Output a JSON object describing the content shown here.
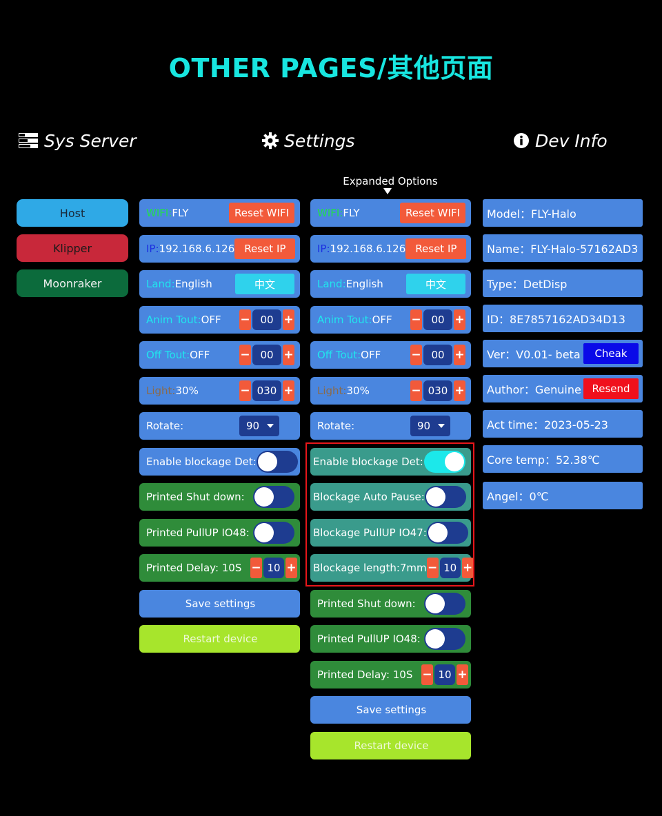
{
  "title": "OTHER PAGES/其他页面",
  "sections": {
    "sys_server": "Sys Server",
    "settings": "Settings",
    "dev_info": "Dev Info"
  },
  "expanded_label": "Expanded Options",
  "colors": {
    "title": "#18e6e0",
    "blue": "#4a86df",
    "green": "#2f8c3a",
    "teal": "#3a9b8c",
    "lime": "#a7e52c",
    "red_btn": "#f25a3a",
    "toggle_on": "#1ce8ea",
    "highlight": "#e8161a"
  },
  "sys_server": {
    "host": "Host",
    "klipper": "Klipper",
    "moonraker": "Moonraker"
  },
  "settings": {
    "wifi_key": "WIFI:",
    "wifi_val": "FLY",
    "reset_wifi": "Reset WIFI",
    "ip_key": "IP:",
    "ip_val": "192.168.6.126",
    "reset_ip": "Reset IP",
    "land_key": "Land:",
    "land_val": " English",
    "land_btn": "中文",
    "anim_key": "Anim Tout:",
    "anim_val": " OFF",
    "anim_num": "00",
    "off_key": "Off Tout:",
    "off_val": " OFF",
    "off_num": "00",
    "light_key": "Light:",
    "light_val": " 30%",
    "light_num": "030",
    "rotate": "Rotate:",
    "rotate_val": "90",
    "blockage_det": "Enable blockage Det:",
    "blockage_auto_pause": "Blockage Auto Pause:",
    "blockage_pullup": "Blockage PullUP IO47:",
    "blockage_length": "Blockage length:7mm",
    "blockage_length_num": "10",
    "printed_shutdown": "Printed Shut down:",
    "printed_pullup": "Printed PullUP IO48:",
    "printed_delay": "Printed Delay: 10S",
    "printed_delay_num": "10",
    "save": "Save settings",
    "restart": "Restart device",
    "minus": "−",
    "plus": "+"
  },
  "dev_info": {
    "model": "Model：FLY-Halo",
    "name": "Name：FLY-Halo-57162AD3",
    "type": "Type：DetDisp",
    "id": "ID：8E7857162AD34D13",
    "ver": "Ver：V0.01- beta",
    "cheak": "Cheak",
    "author": "Author：Genuine",
    "resend": "Resend",
    "act_time": "Act time：2023-05-23",
    "core_temp": "Core temp：52.38℃",
    "angle": "Angel：0℃"
  },
  "toggles": {
    "col1_blockage_det": false,
    "col2_blockage_det": true
  }
}
